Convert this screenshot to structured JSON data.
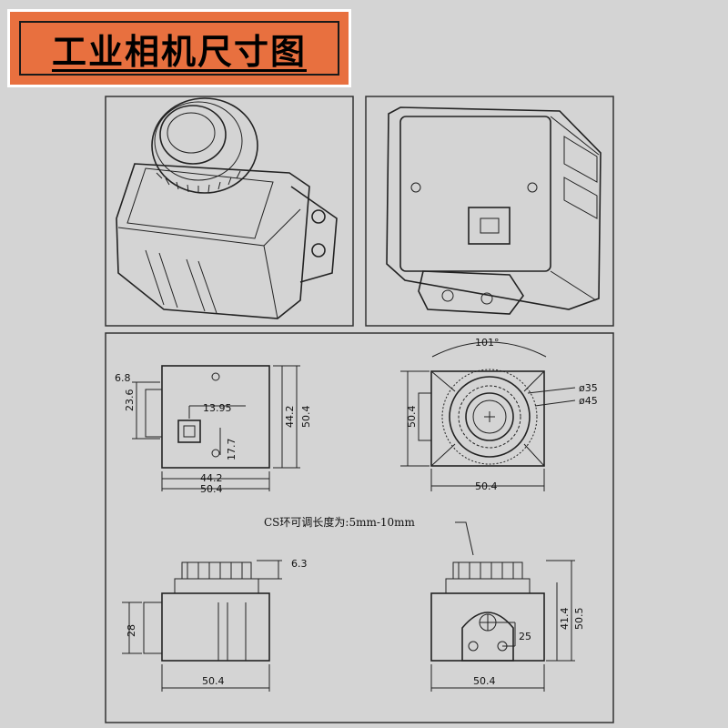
{
  "title": "工业相机尺寸图",
  "dimensions": {
    "back_left": "6.8",
    "back_offset": "23.6",
    "usb_x": "13.95",
    "usb_y": "17.7",
    "inner_h": "44.2",
    "outer_h": "50.4",
    "inner_w": "44.2",
    "outer_w": "50.4",
    "front_h": "50.4",
    "front_w": "50.4",
    "angle": "101°",
    "d35": "ø35",
    "d45": "ø45",
    "ring_h": "6.3",
    "mount_h": "28",
    "side_w": "50.4",
    "right_w": "50.4",
    "right_h1": "41.4",
    "right_h2": "50.5",
    "hole": "25"
  },
  "note": "CS环可调长度为:5mm-10mm"
}
